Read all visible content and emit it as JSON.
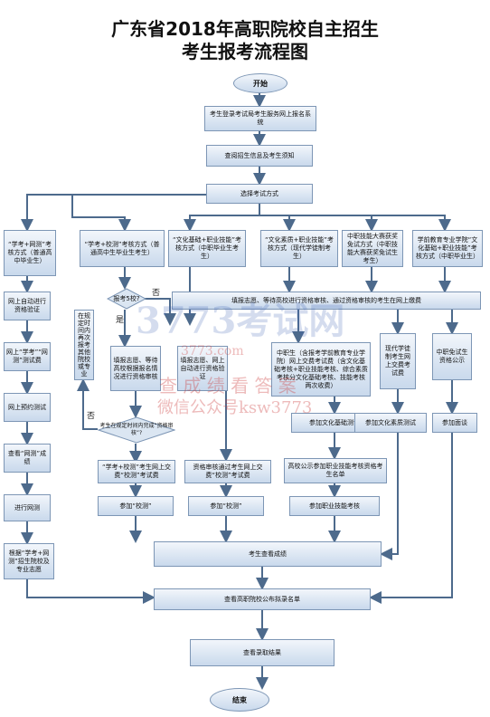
{
  "title": {
    "line1": "广东省2018年高职院校自主招生",
    "line2": "考生报考流程图"
  },
  "nodes": {
    "start": "开始",
    "register": "考生登录考试局考生服务网上报名系统",
    "review": "查阅招生信息及考生须知",
    "choose": "选择考试方式",
    "c1": "“学考+网测”考核方式（普通高中毕业生）",
    "c2": "“学考+校测”考核方式（普通高中生毕业生考生）",
    "c3": "“文化基础+职业技能”考核方式（中职毕业生考生）",
    "c4": "“文化素质+职业技能”考核方式（现代学徒制考生）",
    "c5": "中职技能大赛获奖免试方式（中职技能大赛获奖免试生考生）",
    "c6": "学前教育专业学院“文化基础+职业技能”考核方式（中职毕业生）",
    "q_school": "报考5校?",
    "s1": "网上自动进行资格验证",
    "s2": "网上“学考”“网测”测试费",
    "s3": "网上预约测试",
    "s4": "查看“网测”成绩",
    "s5": "进行网测",
    "s6": "根据“学考+网测”招生院校及专业志愿",
    "wait": "在规定时间内再次报考其他院校或专业",
    "fill": "填报志愿、等待高校根据报名情况进行资格审核",
    "auto": "填报志愿、网上自动进行资格验证",
    "q_pass": "考生在规定时间内完成“资格审核”?",
    "bar": "填报志愿、等待高校进行资格审核、通过资格审核的考生在网上缴费",
    "vocational": "中职生（含报考学前教育专业学院）网上交费考试费（含文化基础考核+职业技能考核、综合素质考核分文化基础考核、技能考核两次收费）",
    "modern": "现代学徒制考生网上交费考试费",
    "award": "中职免试生资格公示",
    "pay1": "“学考+校测”考生网上交费“校测”考试费",
    "pay2": "资格审核通过考生网上交费“校测”考试费",
    "culture": "参加文化基础测试",
    "culture2": "参加文化素质测试",
    "interview": "参加面谈",
    "publish": "高校公示参加职业技能考核资格考生名单",
    "test1": "参加“校测”",
    "test2": "参加“校测”",
    "skill": "参加职业技能考核",
    "scores": "考生查看成绩",
    "admitted": "查看高职院校公布拟录名单",
    "result": "查看录取结果",
    "end": "结束"
  },
  "labels": {
    "no1": "否",
    "no2": "否",
    "yes1": "是"
  },
  "watermark": {
    "big": "3773考试网",
    "mid": "3773.com",
    "line1": "查 成 绩   看 答 案",
    "line2": "微信公众号ksw3773"
  },
  "colors": {
    "arrow": "#4d6a8c",
    "box_border": "#7d96b5",
    "watermark": "#3f63b5",
    "watermark_red": "#cc3c3c"
  }
}
